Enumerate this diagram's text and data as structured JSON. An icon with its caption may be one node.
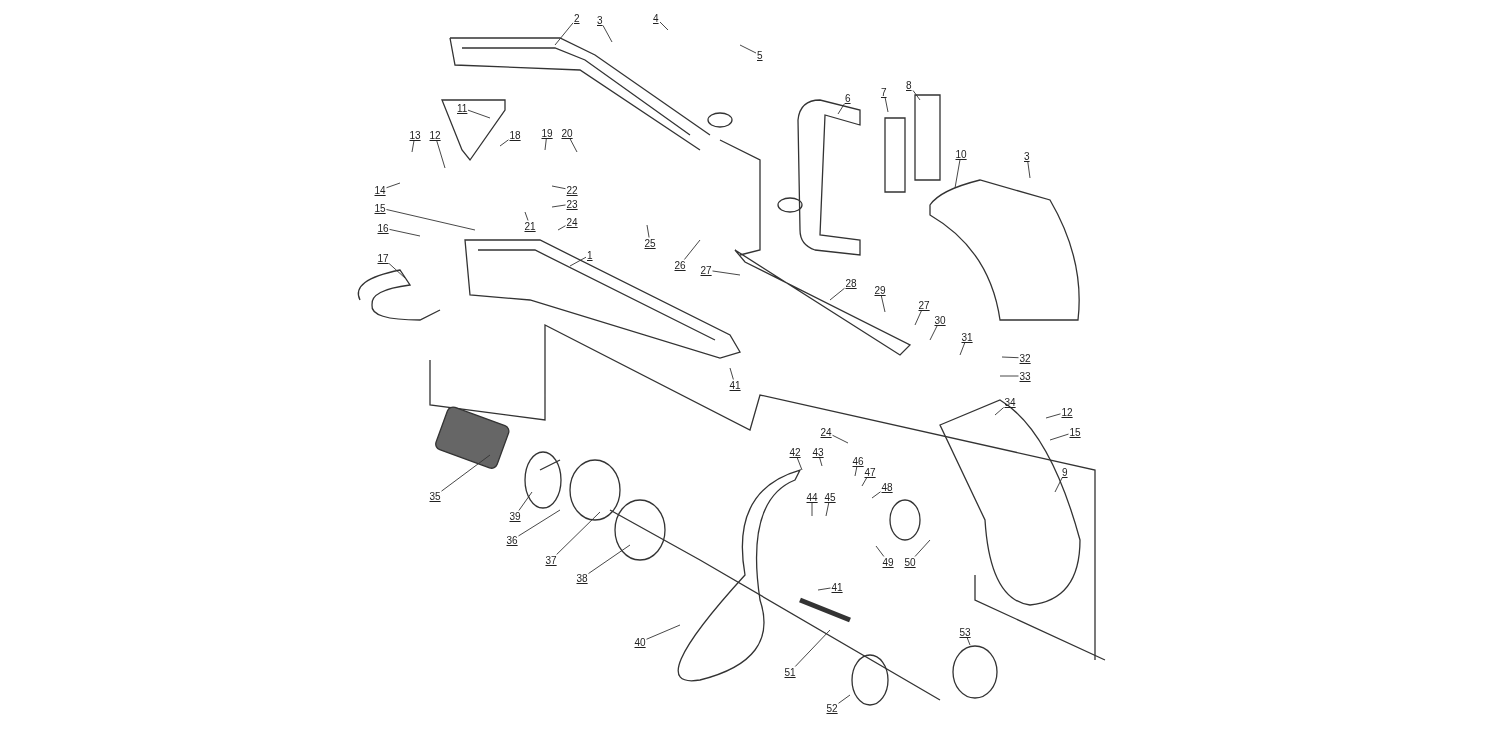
{
  "diagram": {
    "nodes": [
      {
        "text": [
          "2"
        ]
      },
      {
        "text": [
          "3"
        ]
      },
      {
        "text": [
          "4"
        ]
      },
      {
        "text": [
          "5"
        ]
      },
      {
        "text": [
          "11"
        ]
      },
      {
        "text": [
          "13"
        ]
      },
      {
        "text": [
          "12"
        ]
      },
      {
        "text": [
          "18"
        ]
      },
      {
        "text": [
          "19"
        ]
      },
      {
        "text": [
          "20"
        ]
      },
      {
        "text": [
          "14"
        ]
      },
      {
        "text": [
          "15"
        ]
      },
      {
        "text": [
          "22"
        ]
      },
      {
        "text": [
          "23"
        ]
      },
      {
        "text": [
          "21"
        ]
      },
      {
        "text": [
          "24"
        ]
      },
      {
        "text": [
          "16"
        ]
      },
      {
        "text": [
          "17"
        ]
      },
      {
        "text": [
          "1"
        ]
      },
      {
        "text": [
          "25"
        ]
      },
      {
        "text": [
          "26"
        ]
      },
      {
        "text": [
          "27"
        ]
      },
      {
        "text": [
          "6"
        ]
      },
      {
        "text": [
          "7"
        ]
      },
      {
        "text": [
          "8"
        ]
      },
      {
        "text": [
          "10"
        ]
      },
      {
        "text": [
          "3"
        ]
      },
      {
        "text": [
          "28"
        ]
      },
      {
        "text": [
          "29"
        ]
      },
      {
        "text": [
          "27"
        ]
      },
      {
        "text": [
          "30"
        ]
      },
      {
        "text": [
          "31"
        ]
      },
      {
        "text": [
          "32"
        ]
      },
      {
        "text": [
          "33"
        ]
      },
      {
        "text": [
          "34"
        ]
      },
      {
        "text": [
          "12"
        ]
      },
      {
        "text": [
          "15"
        ]
      },
      {
        "text": [
          "9"
        ]
      },
      {
        "text": [
          "41"
        ]
      },
      {
        "text": [
          "35"
        ]
      },
      {
        "text": [
          "39"
        ]
      },
      {
        "text": [
          "36"
        ]
      },
      {
        "text": [
          "37"
        ]
      },
      {
        "text": [
          "38"
        ]
      },
      {
        "text": [
          "42"
        ]
      },
      {
        "text": [
          "43"
        ]
      },
      {
        "text": [
          "24"
        ]
      },
      {
        "text": [
          "46"
        ]
      },
      {
        "text": [
          "47"
        ]
      },
      {
        "text": [
          "48"
        ]
      },
      {
        "text": [
          "44"
        ]
      },
      {
        "text": [
          "45"
        ]
      },
      {
        "text": [
          "49"
        ]
      },
      {
        "text": [
          "50"
        ]
      },
      {
        "text": [
          "41"
        ]
      },
      {
        "text": [
          "40"
        ]
      },
      {
        "text": [
          "51"
        ]
      },
      {
        "text": [
          "52"
        ]
      },
      {
        "text": [
          "53"
        ]
      }
    ],
    "edges": [
      {
        "from": 0,
        "to": null,
        "arrow": "none"
      },
      {
        "from": 1,
        "to": null,
        "arrow": "none"
      },
      {
        "from": 2,
        "to": null,
        "arrow": "none"
      },
      {
        "from": 3,
        "to": null,
        "arrow": "none"
      },
      {
        "from": 4,
        "to": null,
        "arrow": "none"
      },
      {
        "from": 5,
        "to": null,
        "arrow": "none"
      },
      {
        "from": 6,
        "to": null,
        "arrow": "none"
      },
      {
        "from": 7,
        "to": null,
        "arrow": "none"
      },
      {
        "from": 8,
        "to": null,
        "arrow": "none"
      },
      {
        "from": 9,
        "to": null,
        "arrow": "none"
      },
      {
        "from": 10,
        "to": null,
        "arrow": "none"
      },
      {
        "from": 11,
        "to": null,
        "arrow": "none"
      },
      {
        "from": 12,
        "to": null,
        "arrow": "none"
      },
      {
        "from": 13,
        "to": null,
        "arrow": "none"
      },
      {
        "from": 14,
        "to": null,
        "arrow": "none"
      },
      {
        "from": 15,
        "to": null,
        "arrow": "none"
      },
      {
        "from": 16,
        "to": null,
        "arrow": "none"
      },
      {
        "from": 17,
        "to": null,
        "arrow": "none"
      },
      {
        "from": 18,
        "to": null,
        "arrow": "none"
      },
      {
        "from": 19,
        "to": null,
        "arrow": "none"
      },
      {
        "from": 20,
        "to": null,
        "arrow": "none"
      },
      {
        "from": 21,
        "to": null,
        "arrow": "none"
      },
      {
        "from": 22,
        "to": null,
        "arrow": "none"
      },
      {
        "from": 23,
        "to": null,
        "arrow": "none"
      },
      {
        "from": 24,
        "to": null,
        "arrow": "none"
      },
      {
        "from": 25,
        "to": null,
        "arrow": "none"
      },
      {
        "from": 26,
        "to": null,
        "arrow": "none"
      },
      {
        "from": 27,
        "to": null,
        "arrow": "none"
      },
      {
        "from": 28,
        "to": null,
        "arrow": "none"
      },
      {
        "from": 29,
        "to": null,
        "arrow": "none"
      },
      {
        "from": 30,
        "to": null,
        "arrow": "none"
      },
      {
        "from": 31,
        "to": null,
        "arrow": "none"
      },
      {
        "from": 32,
        "to": null,
        "arrow": "none"
      },
      {
        "from": 33,
        "to": null,
        "arrow": "none"
      },
      {
        "from": 34,
        "to": null,
        "arrow": "none"
      },
      {
        "from": 35,
        "to": null,
        "arrow": "none"
      },
      {
        "from": 36,
        "to": null,
        "arrow": "none"
      },
      {
        "from": 37,
        "to": null,
        "arrow": "none"
      },
      {
        "from": 38,
        "to": null,
        "arrow": "none"
      },
      {
        "from": 39,
        "to": null,
        "arrow": "none"
      },
      {
        "from": 40,
        "to": null,
        "arrow": "none"
      },
      {
        "from": 41,
        "to": null,
        "arrow": "none"
      },
      {
        "from": 42,
        "to": null,
        "arrow": "none"
      },
      {
        "from": 43,
        "to": null,
        "arrow": "none"
      },
      {
        "from": 44,
        "to": null,
        "arrow": "none"
      },
      {
        "from": 45,
        "to": null,
        "arrow": "none"
      },
      {
        "from": 46,
        "to": null,
        "arrow": "none"
      },
      {
        "from": 47,
        "to": null,
        "arrow": "none"
      },
      {
        "from": 48,
        "to": null,
        "arrow": "none"
      },
      {
        "from": 49,
        "to": null,
        "arrow": "none"
      },
      {
        "from": 50,
        "to": null,
        "arrow": "none"
      },
      {
        "from": 51,
        "to": null,
        "arrow": "none"
      },
      {
        "from": 52,
        "to": null,
        "arrow": "none"
      },
      {
        "from": 53,
        "to": null,
        "arrow": "none"
      },
      {
        "from": 54,
        "to": null,
        "arrow": "none"
      },
      {
        "from": 55,
        "to": null,
        "arrow": "none"
      },
      {
        "from": 56,
        "to": null,
        "arrow": "none"
      },
      {
        "from": 57,
        "to": null,
        "arrow": "none"
      },
      {
        "from": 58,
        "to": null,
        "arrow": "none"
      }
    ]
  }
}
